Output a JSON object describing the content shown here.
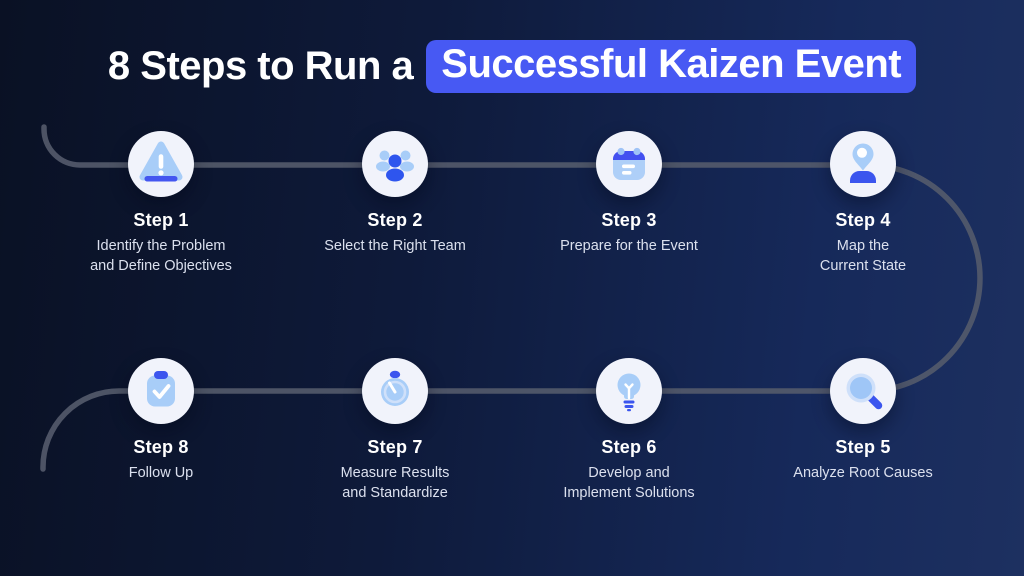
{
  "title": {
    "prefix": "8 Steps to Run a",
    "highlight": "Successful Kaizen Event"
  },
  "steps": [
    {
      "label": "Step 1",
      "description": "Identify the Problem\nand Define Objectives",
      "icon": "warning-icon"
    },
    {
      "label": "Step 2",
      "description": "Select the Right Team",
      "icon": "team-icon"
    },
    {
      "label": "Step 3",
      "description": "Prepare for the Event",
      "icon": "calendar-icon"
    },
    {
      "label": "Step 4",
      "description": "Map the\nCurrent State",
      "icon": "location-person-icon"
    },
    {
      "label": "Step 5",
      "description": "Analyze Root Causes",
      "icon": "magnifier-icon"
    },
    {
      "label": "Step 6",
      "description": "Develop and\nImplement Solutions",
      "icon": "lightbulb-icon"
    },
    {
      "label": "Step 7",
      "description": "Measure Results\nand Standardize",
      "icon": "stopwatch-icon"
    },
    {
      "label": "Step 8",
      "description": "Follow Up",
      "icon": "clipboard-check-icon"
    }
  ],
  "colors": {
    "highlight_blue": "#4759f3",
    "icon_light_blue": "#a9ccf8",
    "icon_dark_blue": "#3c55ee",
    "icon_ring_blue": "#cfe0fa",
    "circle_fill": "#f1f3fb",
    "connector_gray": "#545b6c",
    "background_left": "#0a1124",
    "background_right": "#1d3060",
    "text_primary": "#ffffff",
    "text_secondary": "#dbe0ee"
  }
}
